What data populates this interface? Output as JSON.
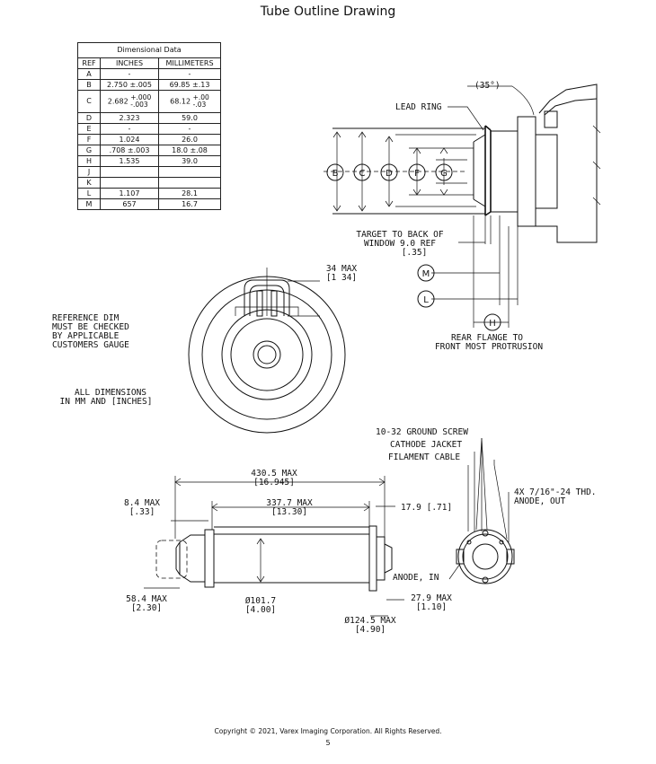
{
  "page": {
    "title": "Tube Outline Drawing",
    "copyright": "Copyright © 2021, Varex Imaging Corporation.  All Rights Reserved.",
    "page_number": "5"
  },
  "table": {
    "caption": "Dimensional Data",
    "headers": [
      "REF",
      "INCHES",
      "MILLIMETERS"
    ],
    "rows": [
      {
        "ref": "A",
        "in": "-",
        "mm": "-"
      },
      {
        "ref": "B",
        "in": "2.750 ±.005",
        "mm": "69.85 ±.13"
      },
      {
        "ref": "C",
        "in_base": "2.682",
        "in_tol_plus": "+.000",
        "in_tol_minus": "-.003",
        "mm_base": "68.12",
        "mm_tol_plus": "+.00",
        "mm_tol_minus": "-.03"
      },
      {
        "ref": "D",
        "in": "2.323",
        "mm": "59.0"
      },
      {
        "ref": "E",
        "in": "-",
        "mm": "-"
      },
      {
        "ref": "F",
        "in": "1.024",
        "mm": "26.0"
      },
      {
        "ref": "G",
        "in": ".708 ±.003",
        "mm": "18.0 ±.08"
      },
      {
        "ref": "H",
        "in": "1.535",
        "mm": "39.0"
      },
      {
        "ref": "J",
        "in": "",
        "mm": ""
      },
      {
        "ref": "K",
        "in": "",
        "mm": ""
      },
      {
        "ref": "L",
        "in": "1.107",
        "mm": "28.1"
      },
      {
        "ref": "M",
        "in": "657",
        "mm": "16.7"
      }
    ]
  },
  "labels": {
    "angle": "(35°)",
    "lead_ring": "LEAD RING",
    "target_1": "TARGET TO BACK OF",
    "target_2": "WINDOW 9.0 REF",
    "target_3": "[.35]",
    "rear_1": "REAR FLANGE TO",
    "rear_2": "FRONT MOST PROTRUSION",
    "max34_1": "34 MAX",
    "max34_2": "[1 34]",
    "ref_1": "REFERENCE DIM",
    "ref_2": "MUST BE CHECKED",
    "ref_3": "BY APPLICABLE",
    "ref_4": "CUSTOMERS GAUGE",
    "all_1": "ALL DIMENSIONS",
    "all_2": "IN MM AND [INCHES]",
    "gnd": "10-32 GROUND SCREW",
    "cathode": "CATHODE JACKET",
    "filament": "FILAMENT CABLE",
    "thd_1": "4X 7/16\"-24 THD.",
    "thd_2": "ANODE, OUT",
    "anode_in": "ANODE, IN",
    "d4305_1": "430.5 MAX",
    "d4305_2": "[16.945]",
    "d3377_1": "337.7 MAX",
    "d3377_2": "[13.30]",
    "d84_1": "8.4 MAX",
    "d84_2": "[.33]",
    "d179": "17.9 [.71]",
    "d584_1": "58.4 MAX",
    "d584_2": "[2.30]",
    "d1017_1": "Ø101.7",
    "d1017_2": "[4.00]",
    "d279_1": "27.9 MAX",
    "d279_2": "[1.10]",
    "d1245_1": "Ø124.5 MAX",
    "d1245_2": "[4.90]"
  },
  "ring_letters": [
    "B",
    "C",
    "D",
    "F",
    "G",
    "M",
    "L",
    "H"
  ]
}
